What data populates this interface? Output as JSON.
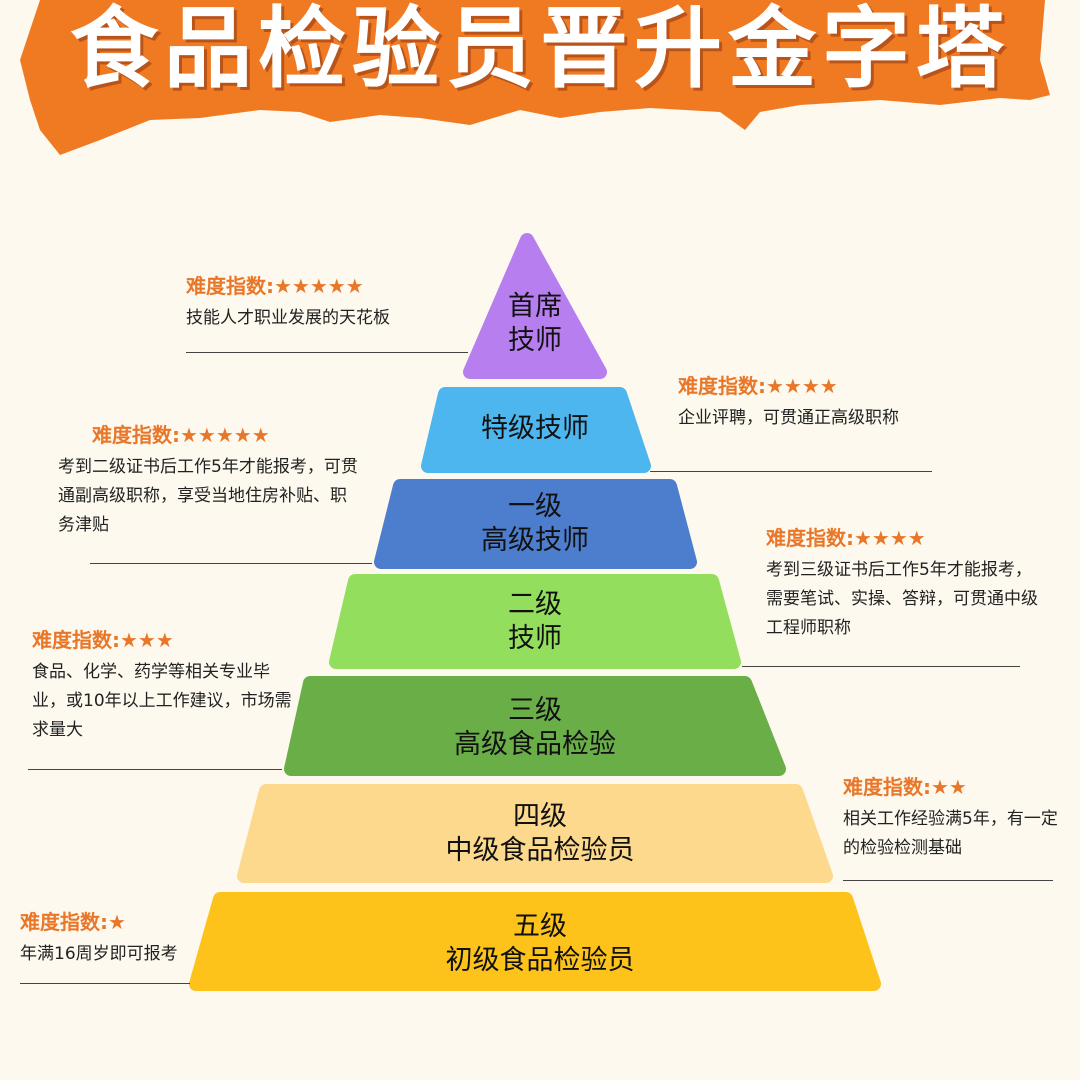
{
  "title": "食品检验员晋升金字塔",
  "levels": [
    {
      "line1": "首席",
      "line2": "技师",
      "color": "#b77ef0"
    },
    {
      "line1": "特级技师",
      "line2": "",
      "color": "#4db6ee"
    },
    {
      "line1": "一级",
      "line2": "高级技师",
      "color": "#4d7dcd"
    },
    {
      "line1": "二级",
      "line2": "技师",
      "color": "#93de5c"
    },
    {
      "line1": "三级",
      "line2": "高级食品检验",
      "color": "#6aae48"
    },
    {
      "line1": "四级",
      "line2": "中级食品检验员",
      "color": "#fcd98c"
    },
    {
      "line1": "五级",
      "line2": "初级食品检验员",
      "color": "#fdc31a"
    }
  ],
  "annotations": [
    {
      "heading": "难度指数:★★★★★",
      "text": "技能人才职业发展的天花板"
    },
    {
      "heading": "难度指数:★★★★",
      "text": "企业评聘，可贯通正高级职称"
    },
    {
      "heading": "难度指数:★★★★★",
      "text": "考到二级证书后工作5年才能报考，可贯通副高级职称，享受当地住房补贴、职务津贴"
    },
    {
      "heading": "难度指数:★★★★",
      "text": "考到三级证书后工作5年才能报考，需要笔试、实操、答辩，可贯通中级工程师职称"
    },
    {
      "heading": "难度指数:★★★",
      "text": "食品、化学、药学等相关专业毕业，或10年以上工作建议，市场需求量大"
    },
    {
      "heading": "难度指数:★★",
      "text": "相关工作经验满5年，有一定的检验检测基础"
    },
    {
      "heading": "难度指数:★",
      "text": "年满16周岁即可报考"
    }
  ],
  "colors": {
    "banner": "#f07a22",
    "heading": "#e8772a",
    "background": "#fdf9ef"
  }
}
